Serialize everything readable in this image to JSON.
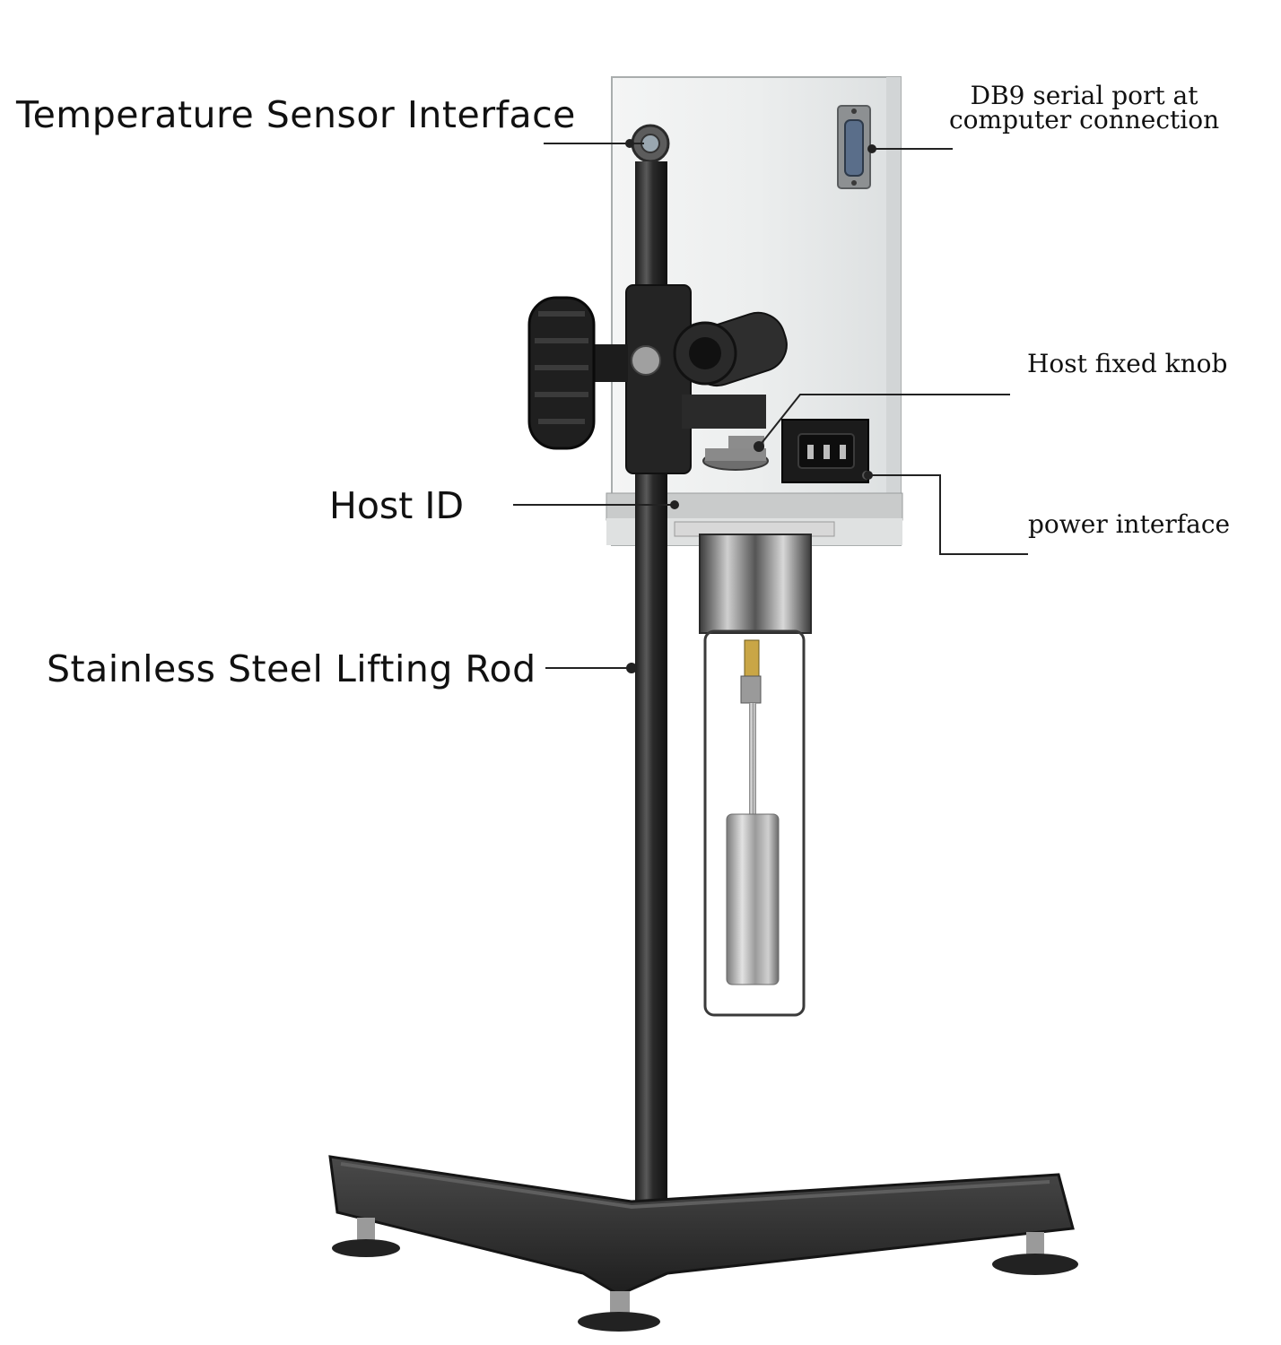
{
  "labels": {
    "temperature_sensor_interface": "Temperature Sensor Interface",
    "db9_line1": "DB9 serial port at",
    "db9_line2": "computer connection",
    "host_fixed_knob": "Host fixed knob",
    "host_id": "Host ID",
    "power_interface": "power interface",
    "stainless_steel_lifting_rod": "Stainless Steel Lifting Rod"
  },
  "colors": {
    "background": "#ffffff",
    "housing": "#e8eaea",
    "rod": "#2b2b2b",
    "base": "#2e2e2e",
    "leader_line": "#222222",
    "steel": "#b5b5b5"
  }
}
